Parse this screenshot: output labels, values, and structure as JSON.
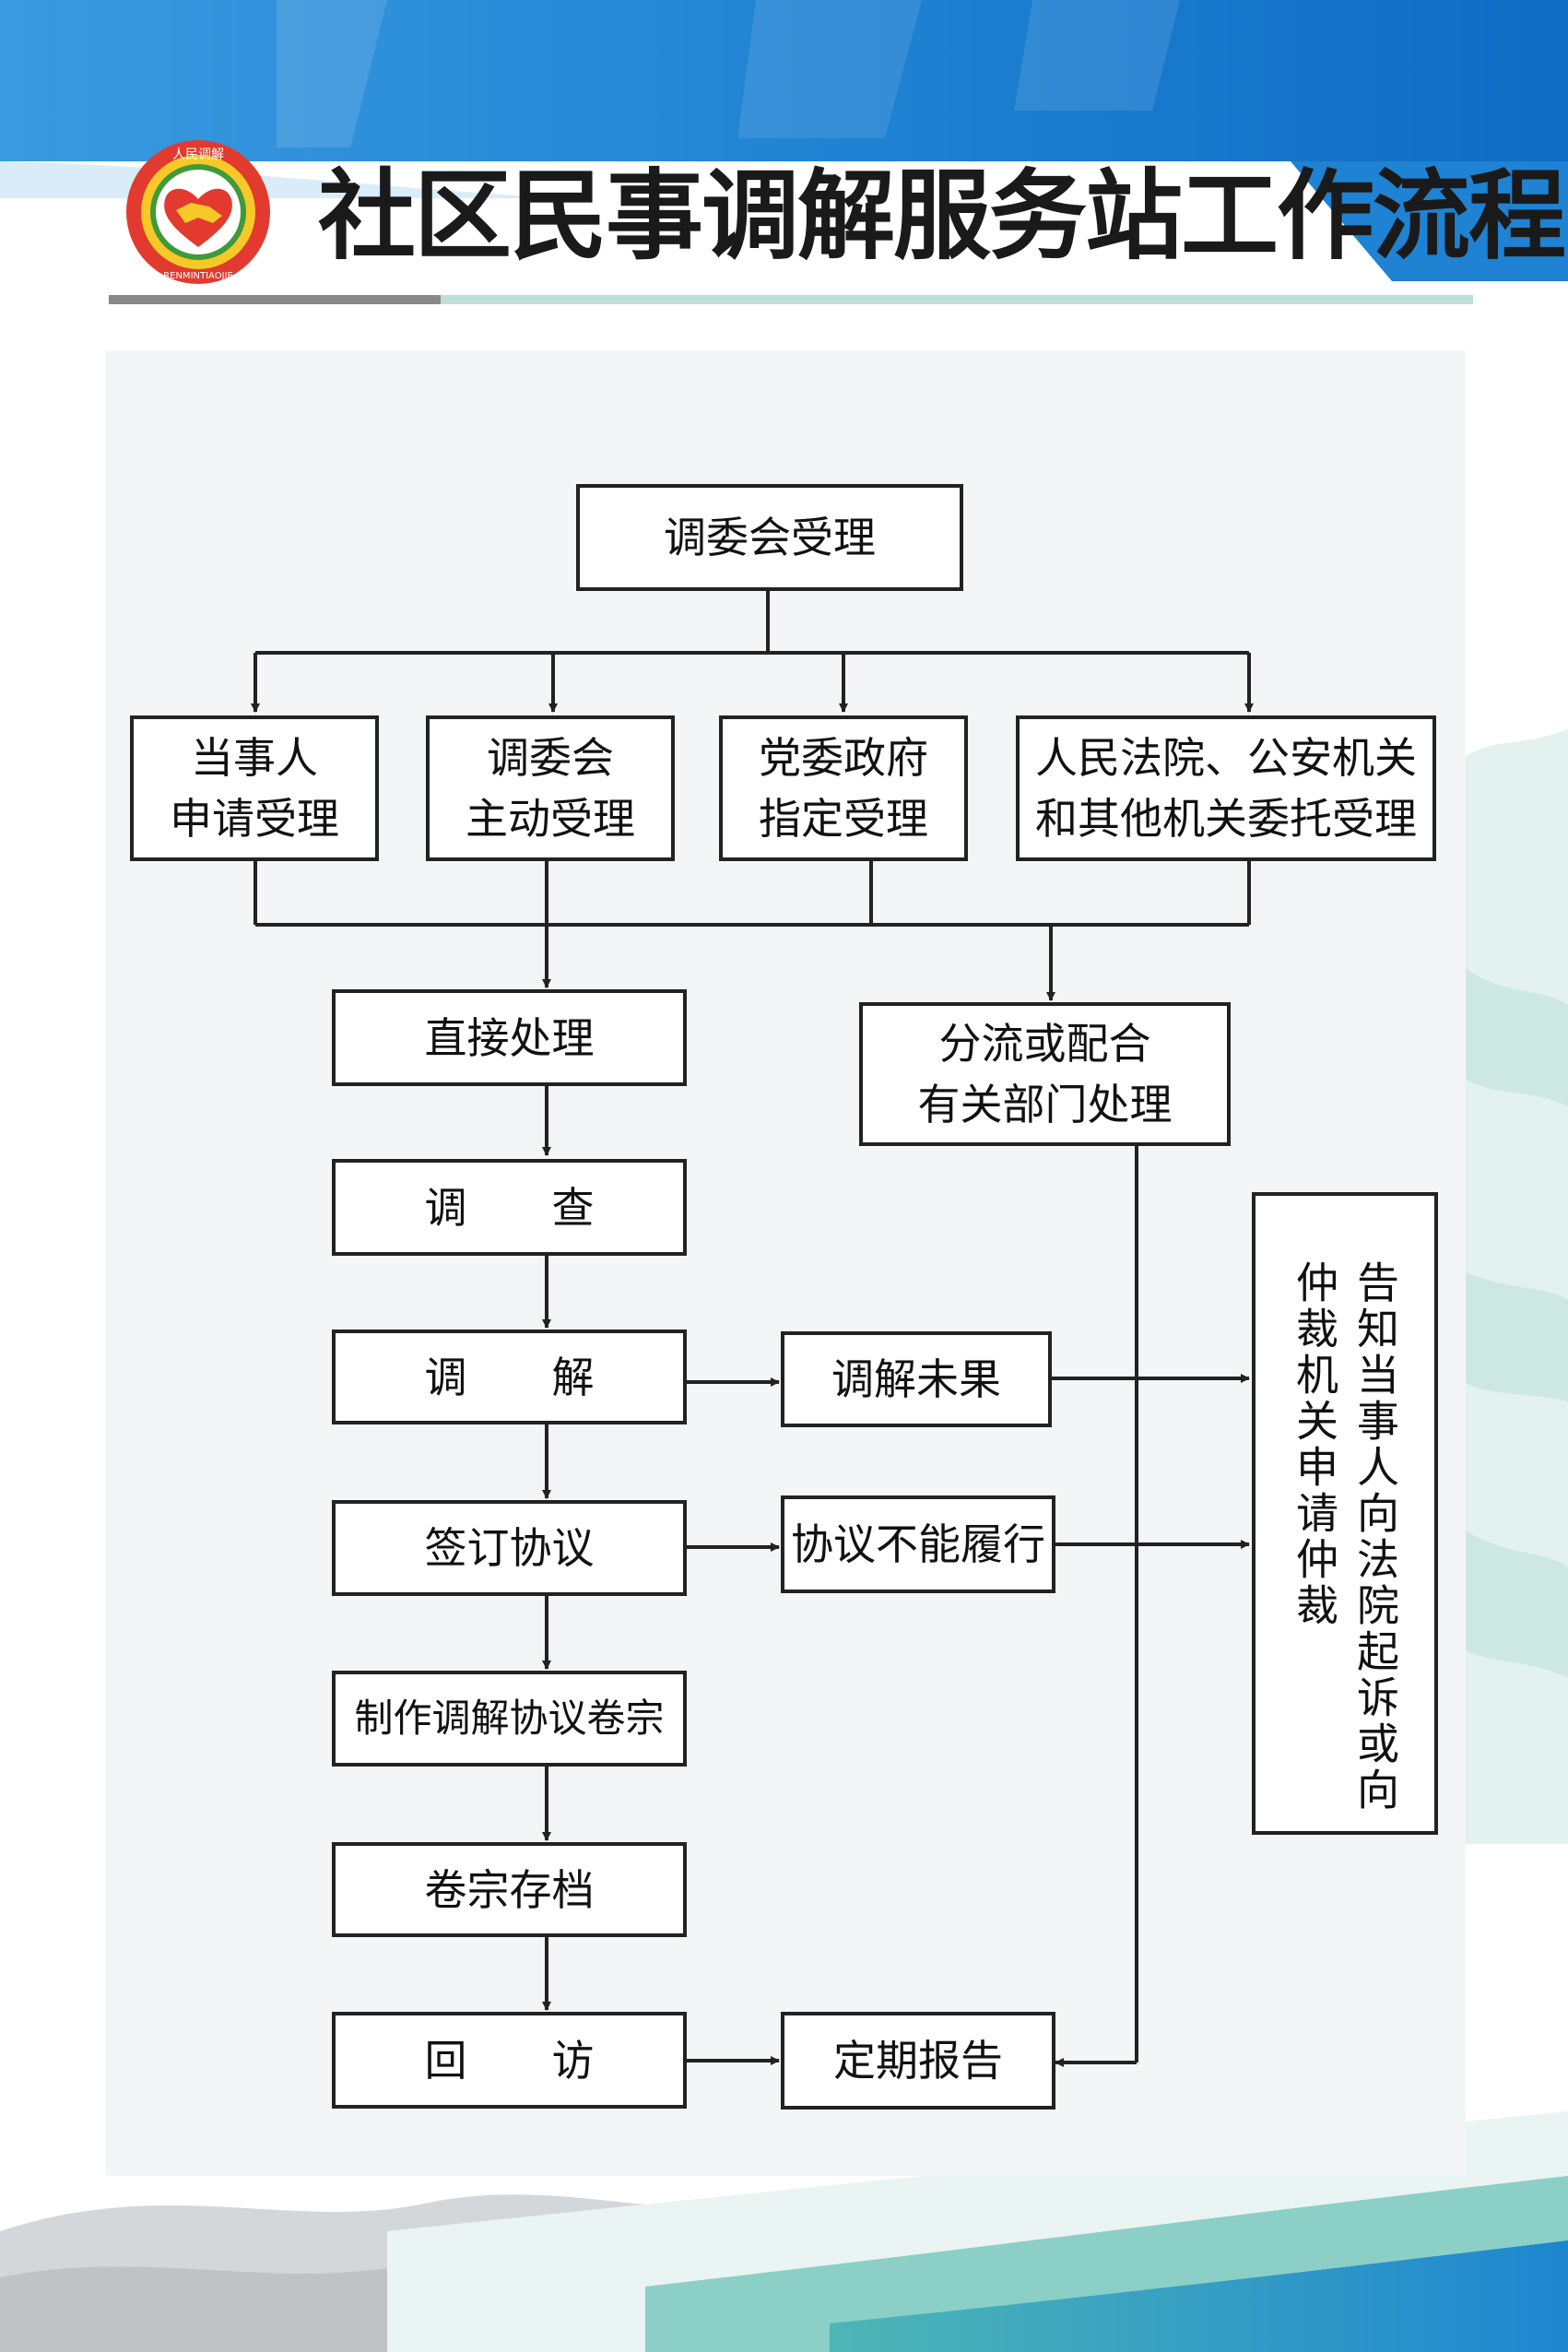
{
  "header": {
    "title": "社区民事调解服务站工作流程",
    "emblem_text": "人民调解",
    "emblem_ring_text": "RENMINTIAOJIE"
  },
  "flowchart": {
    "start": "调委会受理",
    "sources": {
      "party_apply": "当事人\n申请受理",
      "committee_active": "调委会\n主动受理",
      "party_gov_assign": "党委政府\n指定受理",
      "court_police_entrust": "人民法院、公安机关\n和其他机关委托受理"
    },
    "direct_handle": "直接处理",
    "divert": "分流或配合\n有关部门处理",
    "investigate": "调查",
    "mediate": "调解",
    "sign_agreement": "签订协议",
    "make_file": "制作调解协议卷宗",
    "archive": "卷宗存档",
    "revisit": "回访",
    "mediation_failed": "调解未果",
    "agreement_unfulfilled": "协议不能履行",
    "periodic_report": "定期报告",
    "inform_party": "告知当事人向法院起诉或向仲裁机关申请仲裁"
  },
  "colors": {
    "header_blue": "#1e7fd0",
    "panel_gray": "#f4f5f6",
    "teal_wave": "#7fc9c0",
    "line": "#222222"
  }
}
